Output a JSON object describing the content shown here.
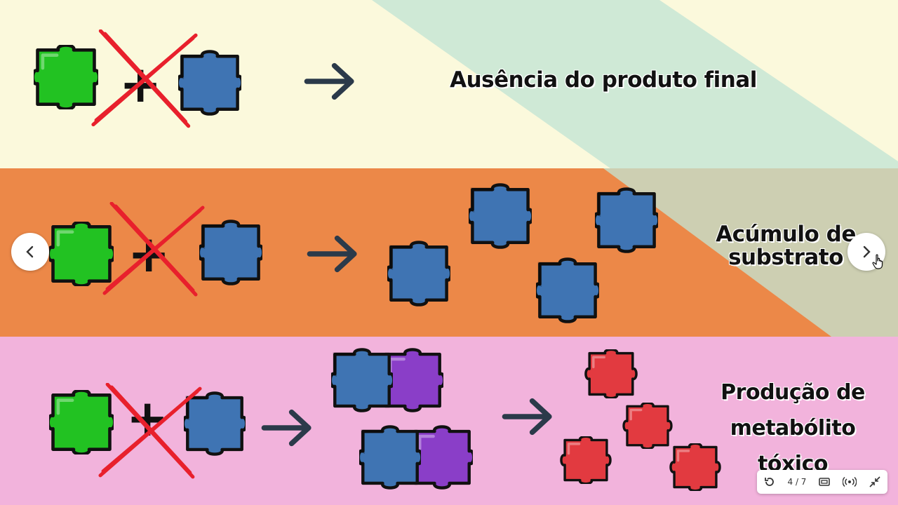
{
  "rows": [
    {
      "label": "Ausência do produto final"
    },
    {
      "label": "Acúmulo de substrato"
    },
    {
      "label": "Produção de metabólito tóxico"
    }
  ],
  "plus_symbol": "+",
  "navigation": {
    "prev_icon": "chevron-left-icon",
    "next_icon": "chevron-right-icon"
  },
  "toolbar": {
    "page_indicator": "4 / 7",
    "icons": [
      "replay-icon",
      "present-window-icon",
      "broadcast-icon",
      "collapse-icon"
    ]
  },
  "colors": {
    "band_1": "#fbf9dc",
    "band_2": "#ec8848",
    "band_3": "#f2b3dc",
    "diagonal_stripe": "#cfe9d6",
    "green_piece": "#22c222",
    "blue_piece": "#3f74b3",
    "purple_piece": "#8a3ec8",
    "red_piece": "#e23a40",
    "cross": "#e8202c",
    "arrow": "#2b3a4a"
  }
}
